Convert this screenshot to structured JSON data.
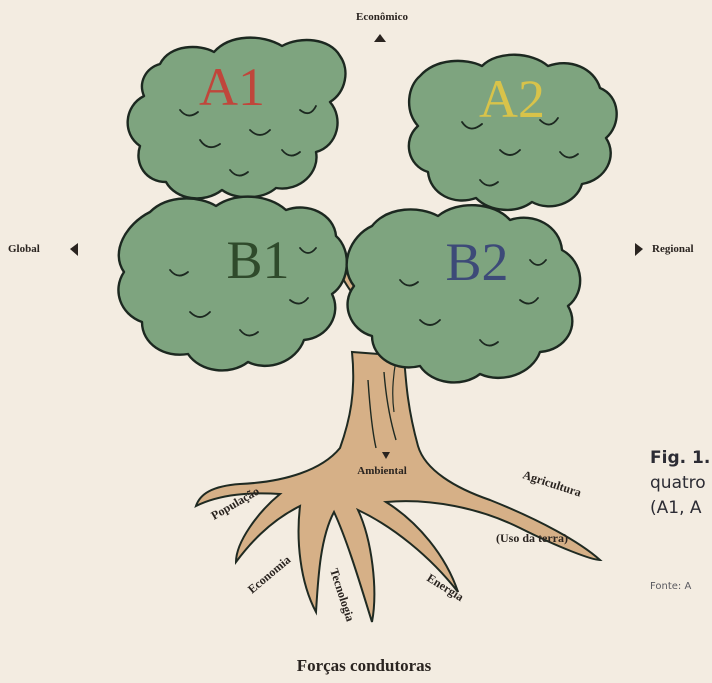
{
  "axes": {
    "top": "Econômico",
    "left": "Global",
    "right": "Regional",
    "bottom_inner": "Ambiental"
  },
  "quadrants": [
    {
      "id": "A1",
      "label": "A1",
      "color": "#c0463b"
    },
    {
      "id": "A2",
      "label": "A2",
      "color": "#d8c34a"
    },
    {
      "id": "B1",
      "label": "B1",
      "color": "#2f4a2b"
    },
    {
      "id": "B2",
      "label": "B2",
      "color": "#3d4a78"
    }
  ],
  "roots": [
    "População",
    "Economia",
    "Tecnologia",
    "Energia",
    "Agricultura",
    "(Uso da terra)"
  ],
  "footer_title": "Forças condutoras",
  "caption": {
    "fig_label": "Fig. 1.",
    "line2": "quatro",
    "line3": "(A1, A",
    "source": "Fonte: A"
  },
  "colors": {
    "foliage": "#7aa07c",
    "foliage_dark": "#1f2a22",
    "trunk": "#d8b48e",
    "background": "#f3ece1"
  }
}
